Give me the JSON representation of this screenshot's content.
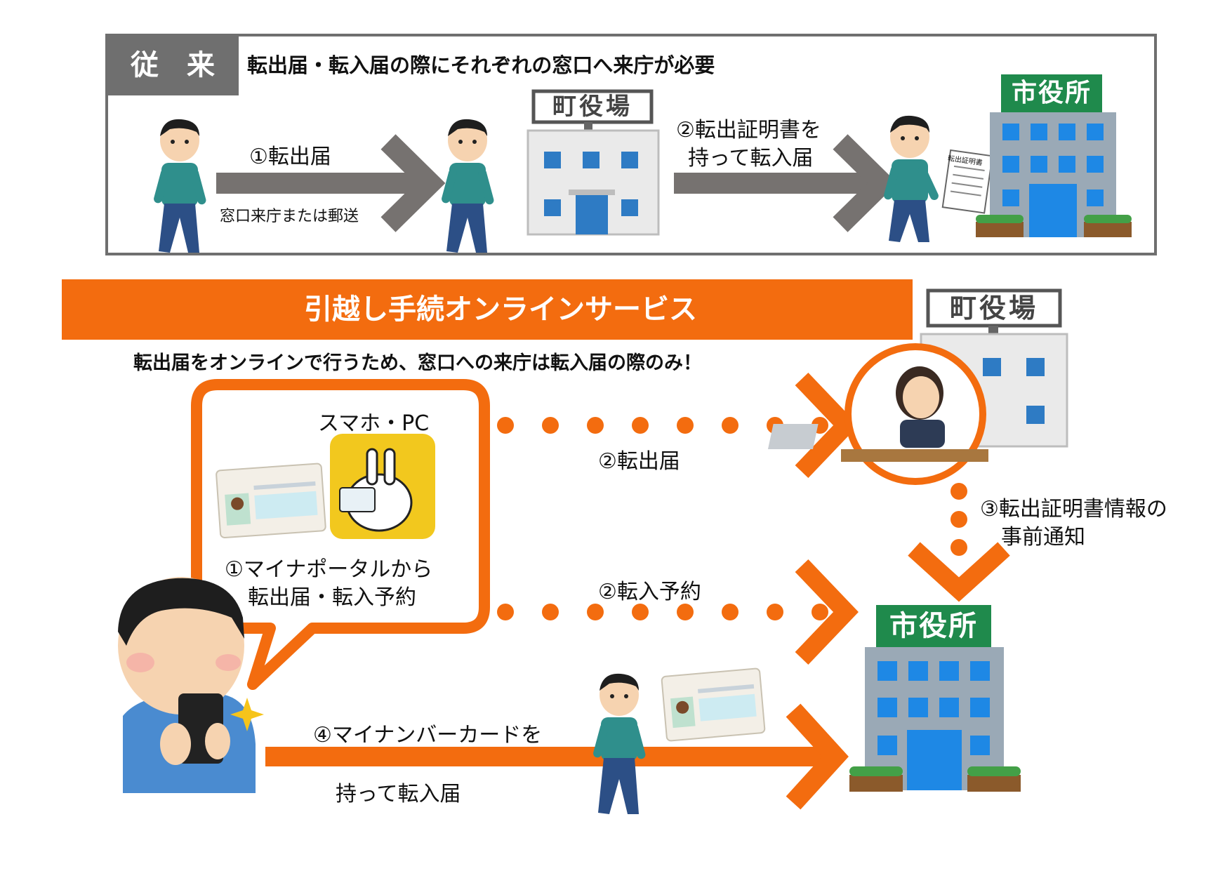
{
  "colors": {
    "orange": "#F36C0F",
    "gray_box": "#6F6F6F",
    "gray_arrow": "#767270",
    "bubble_border": "#F36C0F"
  },
  "traditional": {
    "tag": "従　来",
    "headline": "転出届・転入届の際にそれぞれの窓口へ来庁が必要",
    "step1_label": "①転出届",
    "step1_sub": "窓口来庁または郵送",
    "town_office_sign": "町役場",
    "step2_label_line1": "②転出証明書を",
    "step2_label_line2": "持って転入届",
    "city_office_sign": "市役所",
    "certificate_text": "転出証明書"
  },
  "online": {
    "banner": "引越し手続オンラインサービス",
    "subheadline": "転出届をオンラインで行うため、窓口への来庁は転入届の際のみ！",
    "town_office_sign": "町役場",
    "device_label": "スマホ・PC",
    "portal_line1": "①マイナポータルから",
    "portal_line2": "転出届・転入予約",
    "step2_out": "②転出届",
    "step2_in": "②転入予約",
    "step3_line1": "③転出証明書情報の",
    "step3_line2": "事前通知",
    "step4_line1": "④マイナンバーカードを",
    "step4_line2": "持って転入届",
    "city_office_sign": "市役所"
  }
}
